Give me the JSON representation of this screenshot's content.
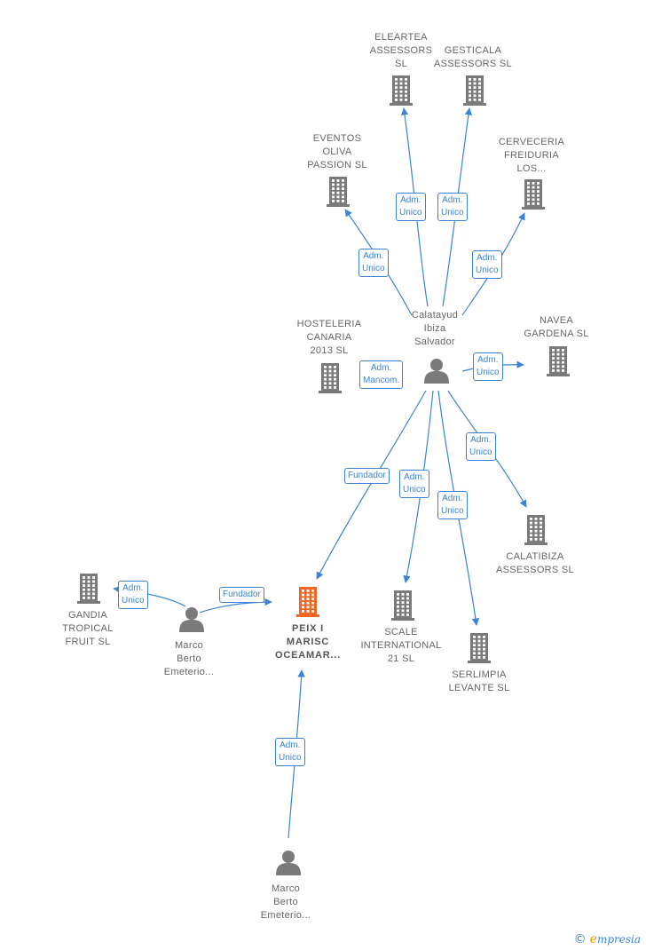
{
  "colors": {
    "edge": "#3a84d6",
    "building": "#7a7a7a",
    "focus_building": "#f26522",
    "person": "#7a7a7a"
  },
  "nodes": [
    {
      "id": "eleartea",
      "type": "company",
      "icon": "building-icon",
      "lines": [
        "ELEARTEA",
        "ASSESSORS",
        "SL"
      ]
    },
    {
      "id": "gesticala",
      "type": "company",
      "icon": "building-icon",
      "lines": [
        "GESTICALA",
        "ASSESSORS SL"
      ]
    },
    {
      "id": "eventos",
      "type": "company",
      "icon": "building-icon",
      "lines": [
        "EVENTOS",
        "OLIVA",
        "PASSION  SL"
      ]
    },
    {
      "id": "cerveceria",
      "type": "company",
      "icon": "building-icon",
      "lines": [
        "CERVECERIA",
        "FREIDURIA",
        "LOS..."
      ]
    },
    {
      "id": "hosteleria",
      "type": "company",
      "icon": "building-icon",
      "lines": [
        "HOSTELERIA",
        "CANARIA",
        "2013 SL"
      ]
    },
    {
      "id": "navea",
      "type": "company",
      "icon": "building-icon",
      "lines": [
        "NAVEA",
        "GARDENA SL"
      ]
    },
    {
      "id": "calatayud",
      "type": "person",
      "icon": "person-icon",
      "lines": [
        "Calatayud",
        "Ibiza",
        "Salvador"
      ]
    },
    {
      "id": "calatibiza",
      "type": "company",
      "icon": "building-icon",
      "lines": [
        "CALATIBIZA",
        "ASSESSORS SL"
      ]
    },
    {
      "id": "gandia",
      "type": "company",
      "icon": "building-icon",
      "lines": [
        "GANDIA",
        "TROPICAL",
        "FRUIT SL"
      ]
    },
    {
      "id": "marco1",
      "type": "person",
      "icon": "person-icon",
      "lines": [
        "Marco",
        "Berto",
        "Emeterio..."
      ]
    },
    {
      "id": "peix",
      "type": "focus",
      "icon": "building-icon",
      "lines": [
        "PEIX I",
        "MARISC",
        "OCEAMAR..."
      ]
    },
    {
      "id": "scale",
      "type": "company",
      "icon": "building-icon",
      "lines": [
        "SCALE",
        "INTERNATIONAL",
        "21 SL"
      ]
    },
    {
      "id": "serlimpia",
      "type": "company",
      "icon": "building-icon",
      "lines": [
        "SERLIMPIA",
        "LEVANTE  SL"
      ]
    },
    {
      "id": "marco2",
      "type": "person",
      "icon": "person-icon",
      "lines": [
        "Marco",
        "Berto",
        "Emeterio..."
      ]
    }
  ],
  "edges": [
    {
      "from": "calatayud",
      "to": "eleartea",
      "lines": [
        "Adm.",
        "Unico"
      ]
    },
    {
      "from": "calatayud",
      "to": "gesticala",
      "lines": [
        "Adm.",
        "Unico"
      ]
    },
    {
      "from": "calatayud",
      "to": "eventos",
      "lines": [
        "Adm.",
        "Unico"
      ]
    },
    {
      "from": "calatayud",
      "to": "cerveceria",
      "lines": [
        "Adm.",
        "Unico"
      ]
    },
    {
      "from": "calatayud",
      "to": "hosteleria",
      "lines": [
        "Adm.",
        "Mancom."
      ]
    },
    {
      "from": "calatayud",
      "to": "navea",
      "lines": [
        "Adm.",
        "Unico"
      ]
    },
    {
      "from": "calatayud",
      "to": "calatibiza",
      "lines": [
        "Adm.",
        "Unico"
      ]
    },
    {
      "from": "calatayud",
      "to": "peix",
      "lines": [
        "Fundador"
      ]
    },
    {
      "from": "calatayud",
      "to": "scale",
      "lines": [
        "Adm.",
        "Unico"
      ]
    },
    {
      "from": "calatayud",
      "to": "serlimpia",
      "lines": [
        "Adm.",
        "Unico"
      ]
    },
    {
      "from": "marco1",
      "to": "gandia",
      "lines": [
        "Adm.",
        "Unico"
      ]
    },
    {
      "from": "marco1",
      "to": "peix",
      "lines": [
        "Fundador"
      ]
    },
    {
      "from": "marco2",
      "to": "peix",
      "lines": [
        "Adm.",
        "Unico"
      ]
    }
  ],
  "brand": {
    "copyright": "©",
    "initial": "e",
    "name": "mpresia"
  }
}
